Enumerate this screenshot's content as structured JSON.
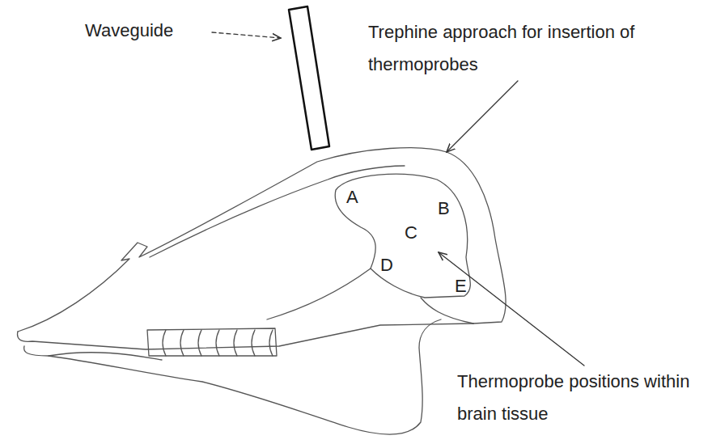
{
  "diagram": {
    "labels": [
      "Waveguide",
      "Trephine approach for insertion of thermoprobes",
      "A",
      "B",
      "C",
      "D",
      "E",
      "Thermoprobe positions within brain tissue"
    ]
  }
}
